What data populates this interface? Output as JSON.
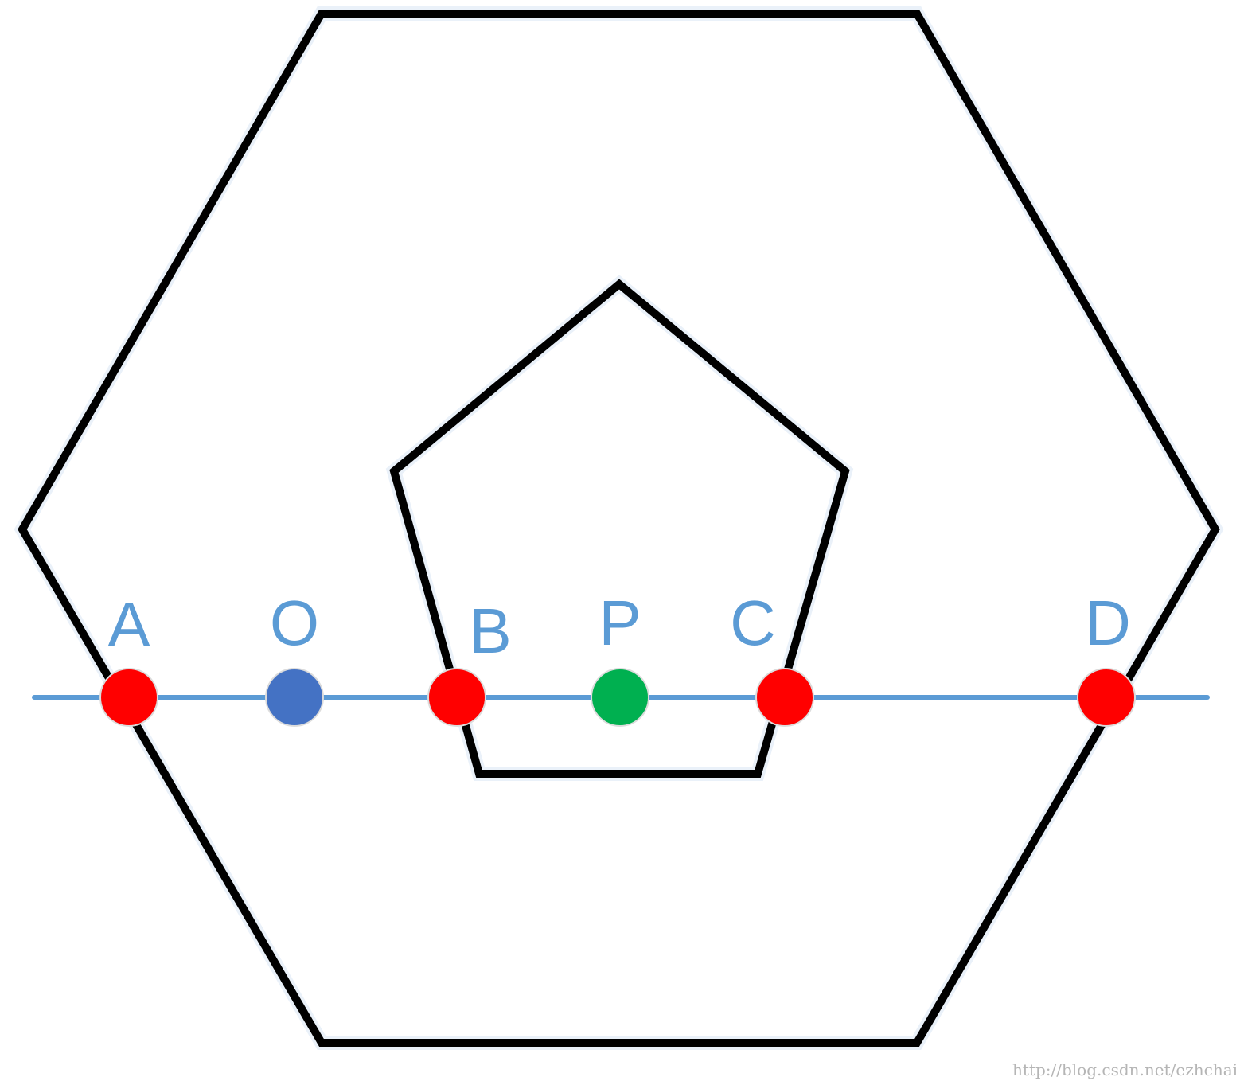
{
  "colors": {
    "outline": "#000000",
    "ray": "#5b9bd5",
    "intersection_point": "#ff0000",
    "origin_point": "#4472c4",
    "test_point": "#00b050",
    "label": "#5b9bd5"
  },
  "shapes": {
    "outer": "hexagon",
    "inner": "pentagon"
  },
  "points": [
    {
      "label": "A",
      "role": "intersection"
    },
    {
      "label": "O",
      "role": "origin"
    },
    {
      "label": "B",
      "role": "intersection"
    },
    {
      "label": "P",
      "role": "test"
    },
    {
      "label": "C",
      "role": "intersection"
    },
    {
      "label": "D",
      "role": "intersection"
    }
  ],
  "watermark": "http://blog.csdn.net/ezhchai"
}
